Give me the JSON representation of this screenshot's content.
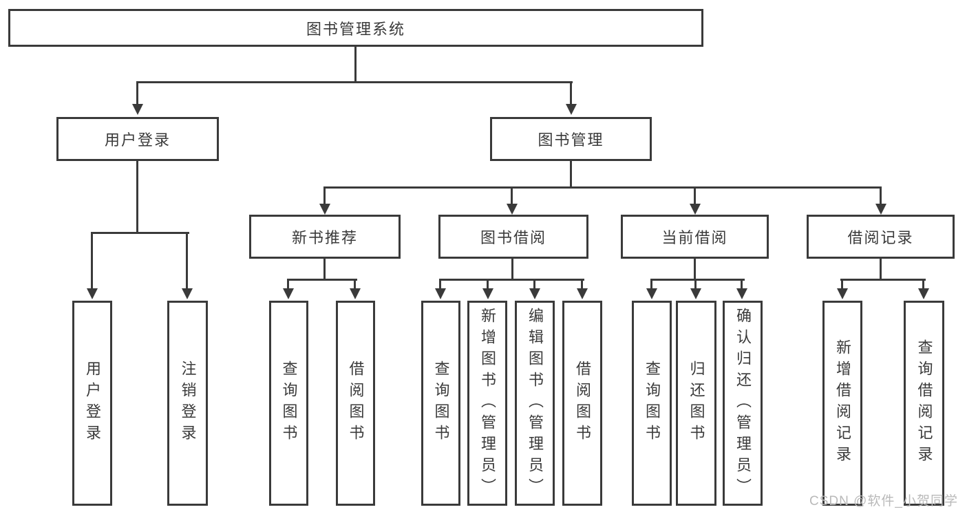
{
  "colors": {
    "line": "#3a3a3a",
    "text": "#3a3a3a",
    "watermark": "#b9b9b9",
    "background": "#ffffff"
  },
  "tree": {
    "root": "图书管理系统",
    "level2": {
      "user_login": "用户登录",
      "book_mgmt": "图书管理"
    },
    "level3": {
      "new_books": "新书推荐",
      "book_borrow": "图书借阅",
      "current_borrow": "当前借阅",
      "borrow_records": "借阅记录"
    },
    "leaves": {
      "user": [
        "用户登录",
        "注销登录"
      ],
      "new_books": [
        "查询图书",
        "借阅图书"
      ],
      "book_borrow": [
        "查询图书",
        "新增图书（管理员）",
        "编辑图书（管理员）",
        "借阅图书"
      ],
      "current_borrow": [
        "查询图书",
        "归还图书",
        "确认归还（管理员）"
      ],
      "borrow_records": [
        "新增借阅记录",
        "查询借阅记录"
      ]
    }
  },
  "watermark": {
    "text": "CSDN @软件_小贺同学"
  }
}
